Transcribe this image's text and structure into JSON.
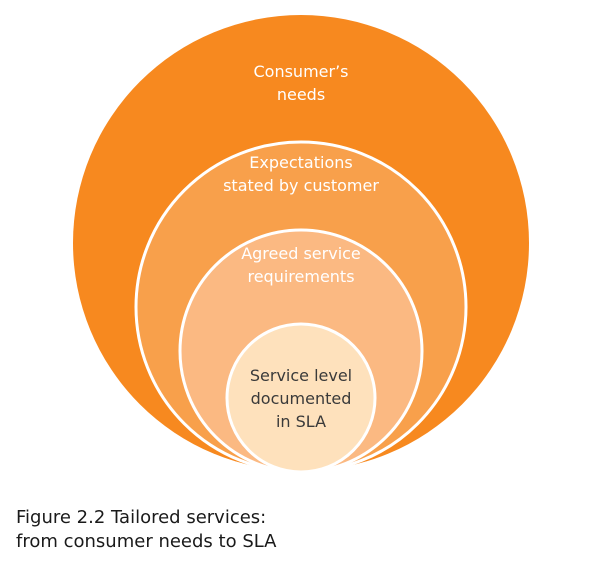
{
  "diagram": {
    "circles": [
      {
        "label_lines": [
          "Consumer’s",
          "needs"
        ],
        "fill": "#F7891F",
        "text_color": "#FFFFFF"
      },
      {
        "label_lines": [
          "Expectations",
          "stated by customer"
        ],
        "fill": "#F8A04B",
        "text_color": "#FFFFFF"
      },
      {
        "label_lines": [
          "Agreed service",
          "requirements"
        ],
        "fill": "#FBB982",
        "text_color": "#FFFFFF"
      },
      {
        "label_lines": [
          "Service level",
          "documented",
          "in SLA"
        ],
        "fill": "#FEE1BC",
        "text_color": "#3A3A3A"
      }
    ],
    "outline_color": "#FFFFFF"
  },
  "caption": {
    "line1": "Figure 2.2 Tailored services:",
    "line2": "from consumer needs to SLA"
  }
}
